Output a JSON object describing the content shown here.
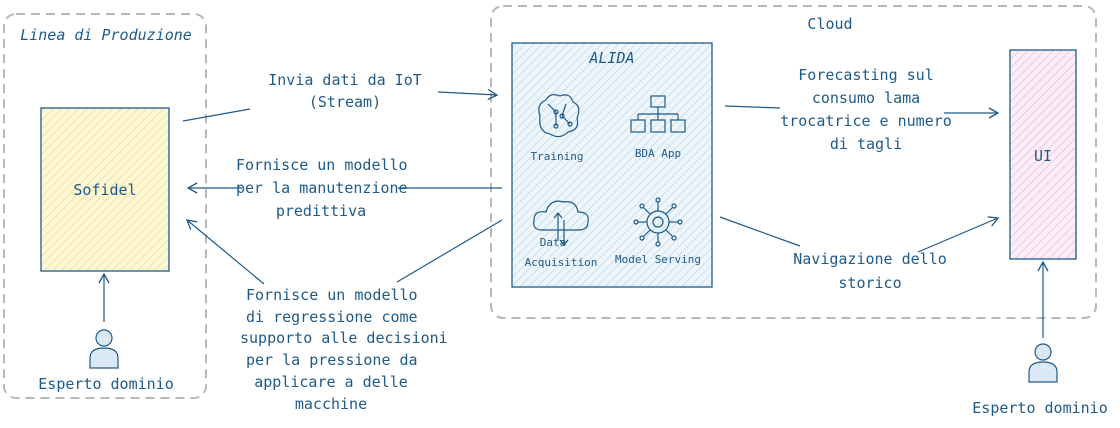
{
  "zones": {
    "production_title": "Linea di Produzione",
    "cloud_title": "Cloud"
  },
  "nodes": {
    "sofidel": "Sofidel",
    "alida": "ALIDA",
    "ui": "UI"
  },
  "alida_components": {
    "training": "Training",
    "bda_app": "BDA App",
    "data_acquisition_line1": "Data",
    "data_acquisition_line2": "Acquisition",
    "model_serving": "Model Serving"
  },
  "arrows": {
    "iot_line1": "Invia dati da IoT",
    "iot_line2": "(Stream)",
    "maint_line1": "Fornisce un modello",
    "maint_line2": "per la manutenzione",
    "maint_line3": "predittiva",
    "regr_line1": "Fornisce un modello",
    "regr_line2": "di regressione come",
    "regr_line3": "supporto alle decisioni",
    "regr_line4": "per la pressione da",
    "regr_line5": "applicare a delle",
    "regr_line6": "macchine",
    "fc_line1": "Forecasting sul",
    "fc_line2": "consumo lama",
    "fc_line3": "trocatrice e numero",
    "fc_line4": "di tagli",
    "nav_line1": "Navigazione dello",
    "nav_line2": "storico"
  },
  "actors": {
    "left": "Esperto dominio",
    "right": "Esperto dominio"
  },
  "colors": {
    "stroke": "#1e5a8a",
    "zone": "#b8b8b8",
    "sofidel_fill": "#fbf3c8",
    "ui_fill": "#f6e4f2",
    "alida_fill": "#e3f0f8",
    "actor_fill": "#dce9f5"
  }
}
